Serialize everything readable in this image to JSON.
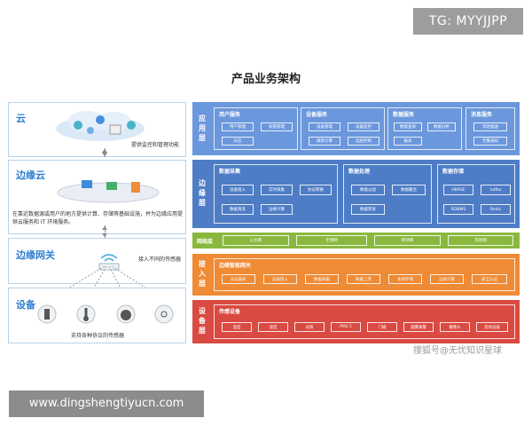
{
  "tg": "TG: MYYJJPP",
  "title": "产品业务架构",
  "left": {
    "cloud": {
      "name": "云",
      "caption": "提供监控和管理功能"
    },
    "edge": {
      "name": "边缘云",
      "desc": "在靠近数据源或用户的地方提供计算、存储等基础设施，并为边缘应用提供云服务和 IT 环境服务。"
    },
    "gateway": {
      "name": "边缘网关",
      "caption": "接入不同的传感器"
    },
    "device": {
      "name": "设备",
      "caption": "支持各种协议的传感器"
    }
  },
  "layers": {
    "app": {
      "label": "应用层",
      "groups": [
        {
          "title": "用户服务",
          "cells": [
            "用户管理",
            "权限管理",
            "日志"
          ]
        },
        {
          "title": "设备服务",
          "cells": [
            "设备管理",
            "设备监控",
            "规则引擎",
            "远程控制"
          ]
        },
        {
          "title": "数据服务",
          "cells": [
            "数据查询",
            "数据分析",
            "报表"
          ]
        },
        {
          "title": "消息服务",
          "cells": [
            "消息推送",
            "告警通知"
          ]
        }
      ]
    },
    "edge": {
      "label": "边缘层",
      "groups": [
        {
          "title": "数据采集",
          "cells": [
            "设备接入",
            "实时采集",
            "协议转换",
            "数据清洗",
            "边缘计算"
          ]
        },
        {
          "title": "数据处理",
          "cells": [
            "数据过滤",
            "数据聚合",
            "数据转发"
          ]
        },
        {
          "title": "数据存储",
          "cells": [
            "HBASE",
            "kafka",
            "RDBMS",
            "Redis"
          ]
        }
      ]
    },
    "net": {
      "label": "网络层",
      "cells": [
        "以太网",
        "无线网",
        "移动网",
        "其他网"
      ]
    },
    "access": {
      "label": "接入层",
      "group": {
        "title": "边缘智能网关",
        "cells": [
          "协议解析",
          "设备接入",
          "数据采集",
          "数据上传",
          "本地存储",
          "边缘计算",
          "安全认证"
        ]
      }
    },
    "device": {
      "label": "设备层",
      "group": {
        "title": "传感设备",
        "cells": [
          "温度",
          "湿度",
          "光照",
          "PM2.5",
          "门磁",
          "烟雾报警",
          "摄像头",
          "其他设备"
        ]
      }
    }
  },
  "sohu": "搜狐号@无忧知识星球",
  "url": "www.dingshengtiyucn.com",
  "colors": {
    "app": "#6b97dc",
    "edge": "#4e7dc6",
    "net": "#8ab83f",
    "access": "#ef8a35",
    "device": "#d94a42",
    "accent": "#2e7fd0"
  }
}
